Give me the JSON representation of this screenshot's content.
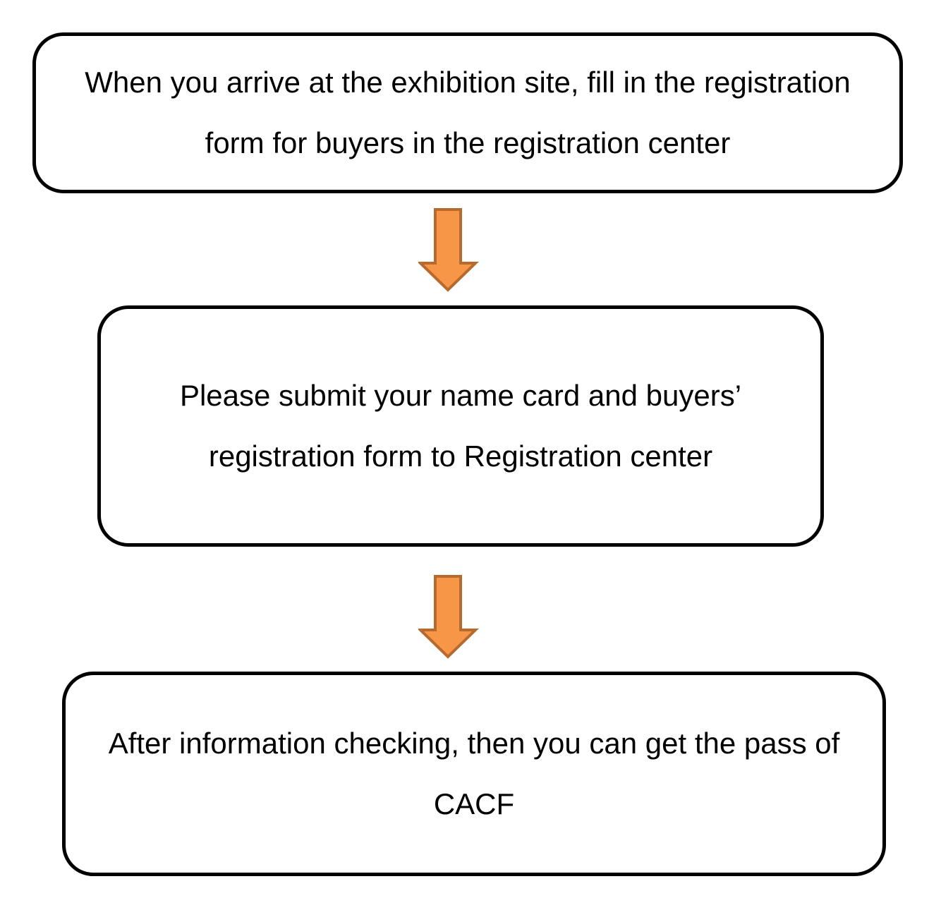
{
  "flowchart": {
    "steps": [
      {
        "text": "When you arrive at the exhibition site, fill in the registration form for buyers in the registration center"
      },
      {
        "text": "Please submit your name card and buyers’ registration form to Registration center"
      },
      {
        "text": "After information checking, then you can get the pass of CACF"
      }
    ]
  },
  "colors": {
    "arrow_fill": "#F79646",
    "arrow_stroke": "#B66A2E",
    "box_border": "#000000"
  },
  "icons": {
    "connector": "down-arrow-icon"
  }
}
